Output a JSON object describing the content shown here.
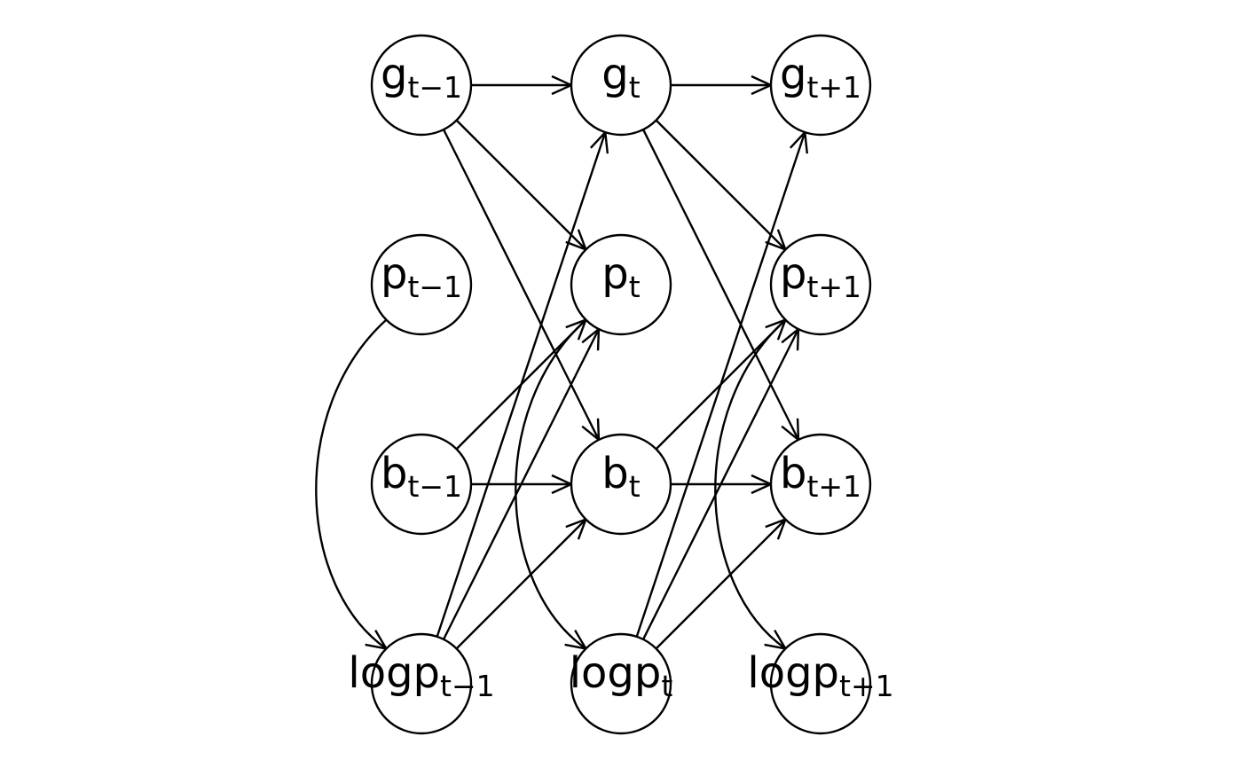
{
  "diagram": {
    "nodes": [
      {
        "id": "g_tm1",
        "base": "g",
        "subscript": "t−1"
      },
      {
        "id": "g_t",
        "base": "g",
        "subscript": "t"
      },
      {
        "id": "g_tp1",
        "base": "g",
        "subscript": "t+1"
      },
      {
        "id": "p_tm1",
        "base": "p",
        "subscript": "t−1"
      },
      {
        "id": "p_t",
        "base": "p",
        "subscript": "t"
      },
      {
        "id": "p_tp1",
        "base": "p",
        "subscript": "t+1"
      },
      {
        "id": "b_tm1",
        "base": "b",
        "subscript": "t−1"
      },
      {
        "id": "b_t",
        "base": "b",
        "subscript": "t"
      },
      {
        "id": "b_tp1",
        "base": "b",
        "subscript": "t+1"
      },
      {
        "id": "logp_tm1",
        "base": "logp",
        "subscript": "t−1"
      },
      {
        "id": "logp_t",
        "base": "logp",
        "subscript": "t"
      },
      {
        "id": "logp_tp1",
        "base": "logp",
        "subscript": "t+1"
      }
    ],
    "edges": [
      {
        "from": "g_tm1",
        "to": "g_t"
      },
      {
        "from": "g_t",
        "to": "g_tp1"
      },
      {
        "from": "g_tm1",
        "to": "p_t"
      },
      {
        "from": "g_tm1",
        "to": "b_t"
      },
      {
        "from": "g_t",
        "to": "p_tp1"
      },
      {
        "from": "g_t",
        "to": "b_tp1"
      },
      {
        "from": "b_tm1",
        "to": "b_t"
      },
      {
        "from": "b_t",
        "to": "b_tp1"
      },
      {
        "from": "b_tm1",
        "to": "p_t"
      },
      {
        "from": "b_t",
        "to": "p_tp1"
      },
      {
        "from": "logp_tm1",
        "to": "g_t"
      },
      {
        "from": "logp_tm1",
        "to": "p_t"
      },
      {
        "from": "logp_tm1",
        "to": "b_t"
      },
      {
        "from": "logp_t",
        "to": "g_tp1"
      },
      {
        "from": "logp_t",
        "to": "p_tp1"
      },
      {
        "from": "logp_t",
        "to": "b_tp1"
      },
      {
        "from": "p_tm1",
        "to": "logp_tm1",
        "curved": true
      },
      {
        "from": "p_t",
        "to": "logp_t",
        "curved": true
      },
      {
        "from": "p_tp1",
        "to": "logp_tp1",
        "curved": true
      }
    ]
  }
}
